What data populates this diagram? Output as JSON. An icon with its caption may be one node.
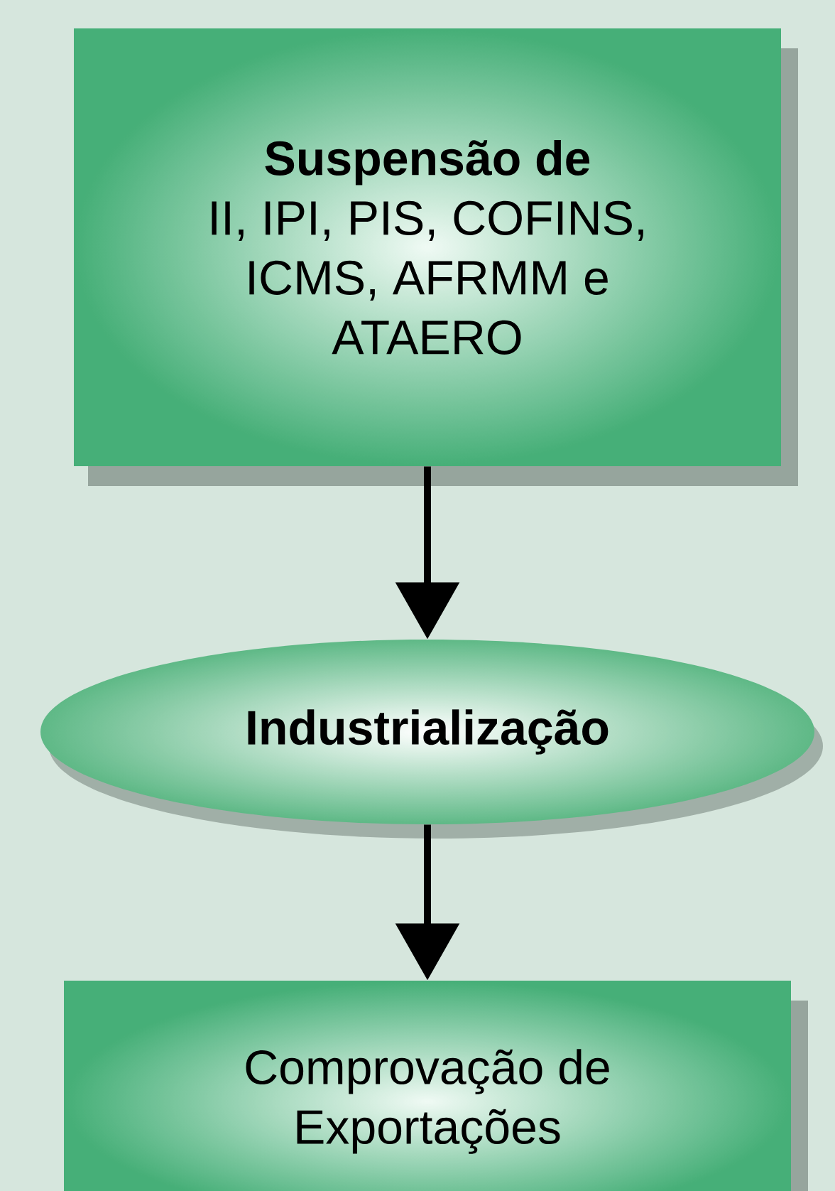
{
  "diagram": {
    "nodes": [
      {
        "text": [
          "Suspensão de",
          "II, IPI, PIS, COFINS, ICMS, AFRMM e ATAERO"
        ]
      },
      {
        "text": [
          "Industrialização"
        ]
      },
      {
        "text": [
          "Comprovação de Exportações"
        ]
      }
    ],
    "edges": [
      {
        "from": 0,
        "to": 1,
        "arrow": "to"
      },
      {
        "from": 1,
        "to": 2,
        "arrow": "to"
      }
    ]
  }
}
